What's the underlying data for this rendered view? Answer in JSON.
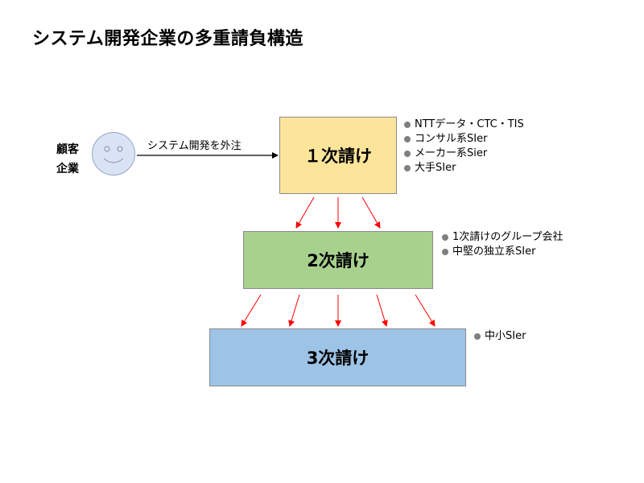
{
  "title": "システム開発企業の多重請負構造",
  "customer": {
    "line1": "顧客",
    "line2": "企業"
  },
  "flow_label": "システム開発を外注",
  "tiers": [
    {
      "label": "１次請け",
      "bullets": [
        "NTTデータ・CTC・TIS",
        "コンサル系SIer",
        "メーカー系Sier",
        "大手SIer"
      ]
    },
    {
      "label": "2次請け",
      "bullets": [
        "1次請けのグループ会社",
        "中堅の独立系SIer"
      ]
    },
    {
      "label": "3次請け",
      "bullets": [
        "中小SIer"
      ]
    }
  ],
  "colors": {
    "tier1_fill": "#fce49a",
    "tier2_fill": "#a9d18e",
    "tier3_fill": "#9dc3e6",
    "down_arrow": "#ff0000",
    "face_fill": "#dae3f3",
    "bullet": "#7f7f7f"
  },
  "icons": {
    "customer": "smiley-face-icon"
  }
}
